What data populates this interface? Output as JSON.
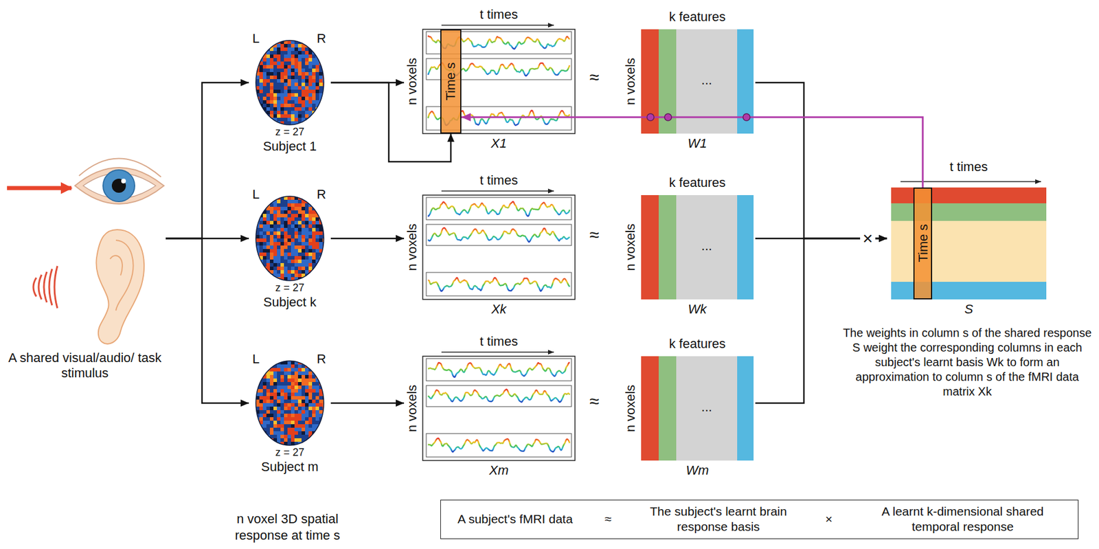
{
  "diagram": {
    "nodes": [
      {
        "text": [
          "A shared visual/audio/ task stimulus"
        ]
      },
      {
        "text": [
          "L",
          "R",
          "z = 27",
          "Subject 1"
        ]
      },
      {
        "text": [
          "L",
          "R",
          "z = 27",
          "Subject k"
        ]
      },
      {
        "text": [
          "L",
          "R",
          "z = 27",
          "Subject m"
        ]
      },
      {
        "text": [
          "t times",
          "n voxels",
          "X1"
        ]
      },
      {
        "text": [
          "Time s"
        ],
        "in": 4
      },
      {
        "text": [
          "t times",
          "n voxels",
          "Xk"
        ]
      },
      {
        "text": [
          "t times",
          "n voxels",
          "Xm"
        ]
      },
      {
        "text": [
          "k features",
          "n voxels",
          "...",
          "W1"
        ]
      },
      {
        "text": [
          "k features",
          "n voxels",
          "...",
          "Wk"
        ]
      },
      {
        "text": [
          "k features",
          "n voxels",
          "...",
          "Wm"
        ]
      },
      {
        "text": [
          "t times",
          "S"
        ]
      },
      {
        "text": [
          "Time s"
        ],
        "in": 11
      },
      {
        "text": [
          "A subject's fMRI data",
          "≈",
          "The subject's learnt brain response basis",
          "×",
          "A learnt k-dimensional shared temporal response"
        ]
      }
    ],
    "edges": [
      {
        "from": 0,
        "to": 1,
        "arrow": "to"
      },
      {
        "from": 0,
        "to": 2,
        "arrow": "to"
      },
      {
        "from": 0,
        "to": 3,
        "arrow": "to"
      },
      {
        "from": 1,
        "to": 4,
        "arrow": "to"
      },
      {
        "from": 1,
        "to": 5,
        "arrow": "to"
      },
      {
        "from": 2,
        "to": 6,
        "arrow": "to"
      },
      {
        "from": 3,
        "to": 7,
        "arrow": "to"
      },
      {
        "from": 8,
        "to": 11,
        "arrow": "to"
      },
      {
        "from": 9,
        "to": 11,
        "arrow": "to"
      },
      {
        "from": 10,
        "to": 11,
        "arrow": "to"
      },
      {
        "from": 12,
        "to": 5,
        "arrow": "to"
      }
    ],
    "labels": [
      "≈",
      "≈",
      "≈",
      "×",
      "The weights in column s of the shared response S weight the corresponding columns in each subject's learnt basis Wk to form an approximation to column s of the fMRI data matrix Xk",
      "n voxel 3D spatial response at time s"
    ]
  }
}
